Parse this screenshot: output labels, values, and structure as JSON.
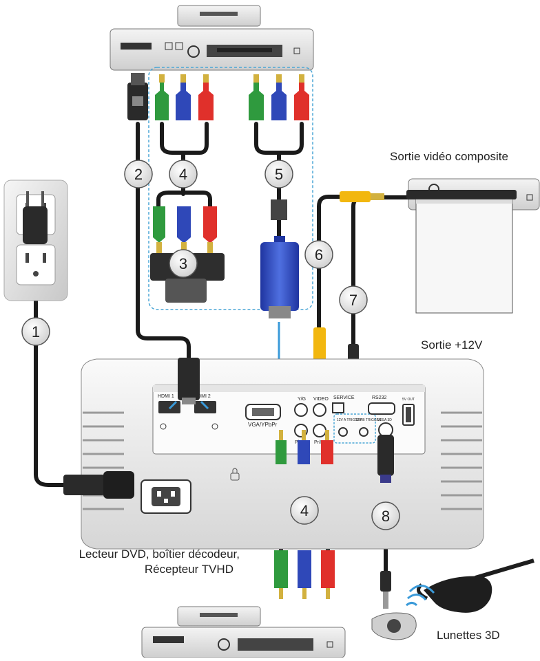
{
  "labels": {
    "composite_out": "Sortie vidéo composite",
    "out_12v": "Sortie +12V",
    "source_line1": "Lecteur DVD, boîtier décodeur,",
    "source_line2": "Récepteur TVHD",
    "glasses": "Lunettes 3D"
  },
  "ports": {
    "hdmi1": "HDMI 1",
    "hdmi2": "HDMI 2",
    "vga": "VGA/YPbPr",
    "yg": "Y/G",
    "video": "VIDEO",
    "pbb": "Pb/B",
    "prr": "Pr/R",
    "service": "SERVICE",
    "rs232": "RS232",
    "trig_a": "12V A TRIGGER",
    "trig_b": "12V B TRIGGER",
    "vesa3d": "VESA 3D",
    "usb": "5V OUT"
  },
  "cables": [
    {
      "number": "1"
    },
    {
      "number": "2"
    },
    {
      "number": "3"
    },
    {
      "number": "4"
    },
    {
      "number": "5"
    },
    {
      "number": "6"
    },
    {
      "number": "7"
    },
    {
      "number": "4"
    },
    {
      "number": "8"
    }
  ],
  "colors": {
    "green": "#2f9a3e",
    "blue": "#2f48b8",
    "red": "#e0302b",
    "yellow": "#f2b70f",
    "dashed": "#4aa6d6",
    "arrow": "#3a9ad9",
    "cable": "#1a1a1a"
  }
}
